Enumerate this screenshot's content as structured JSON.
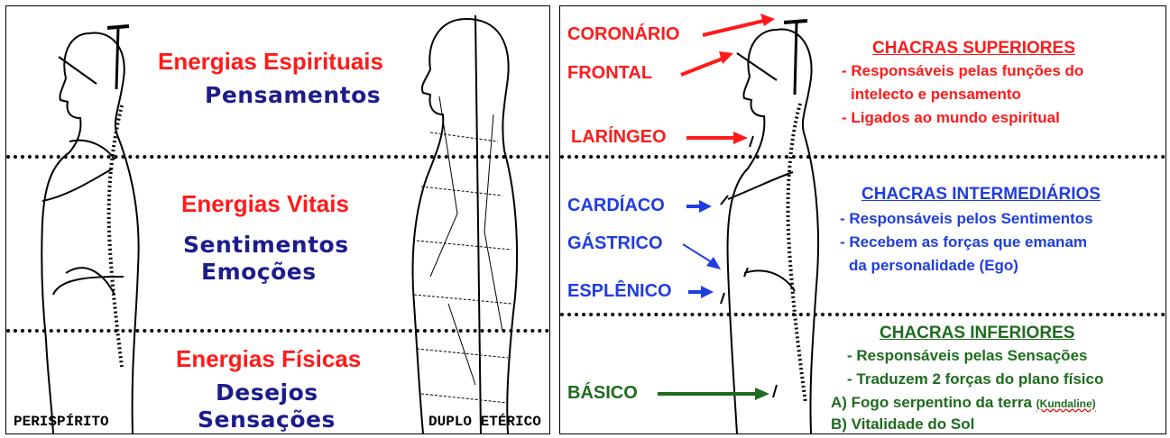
{
  "left_panel": {
    "top_heading": "Energias Espirituais",
    "top_sub": "Pensamentos",
    "mid_heading": "Energias Vitais",
    "mid_sub1": "Sentimentos",
    "mid_sub2": "Emoções",
    "bottom_heading": "Energias Físicas",
    "bottom_sub1": "Desejos",
    "bottom_sub2": "Sensações",
    "caption_left": "PERISPÍRITO",
    "caption_right": "DUPLO ETÉRICO"
  },
  "right_panel": {
    "chakras": {
      "coronario": "CORONÁRIO",
      "frontal": "FRONTAL",
      "laringeo": "LARÍNGEO",
      "cardiaco": "CARDÍACO",
      "gastrico": "GÁSTRICO",
      "esplenico": "ESPLÊNICO",
      "basico": "BÁSICO"
    },
    "superiores": {
      "title": "CHACRAS SUPERIORES",
      "line1": "- Responsáveis pelas funções do",
      "line2": "intelecto e pensamento",
      "line3": "- Ligados ao mundo espiritual"
    },
    "intermediarios": {
      "title": "CHACRAS INTERMEDIÁRIOS",
      "line1": "- Responsáveis pelos Sentimentos",
      "line2": "- Recebem as forças que  emanam",
      "line3": "da personalidade (Ego)"
    },
    "inferiores": {
      "title": "CHACRAS INFERIORES",
      "line1": "- Responsáveis pelas Sensações",
      "line2": "- Traduzem 2 forças do plano físico",
      "line3": "A) Fogo serpentino da terra",
      "line3_note": "(Kundaline)",
      "line4": "B) Vitalidade do Sol"
    }
  },
  "colors": {
    "superior": "#ff1a1a",
    "intermediate": "#1f3de0",
    "inferior": "#1e6b1e",
    "navy": "#1c1c8c"
  }
}
